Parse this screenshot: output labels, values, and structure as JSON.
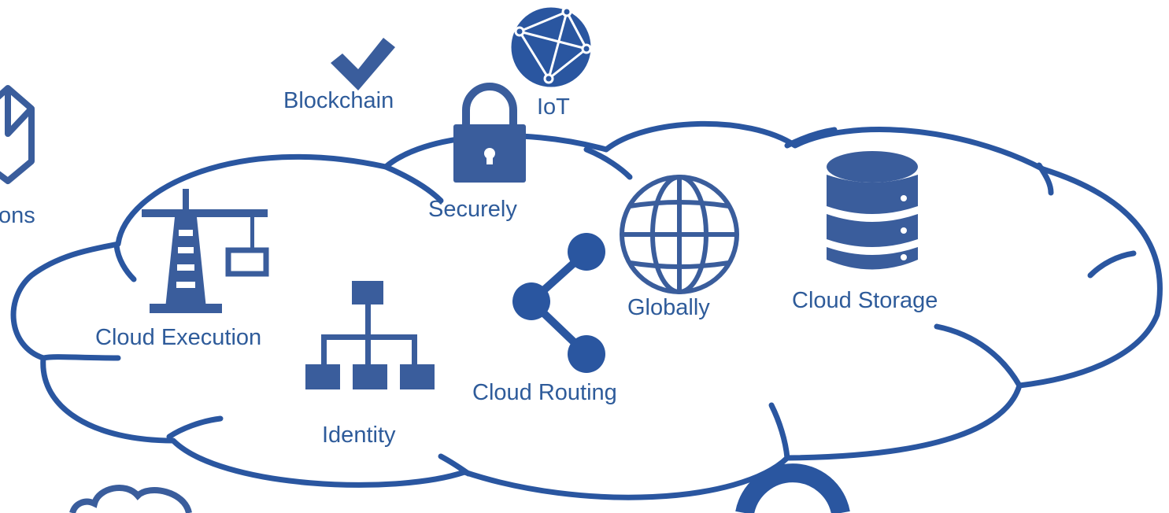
{
  "colors": {
    "accent": "#3a5d9c",
    "stroke": "#2a56a0",
    "text": "#2e5b9a",
    "background": "#ffffff"
  },
  "labels": {
    "partial_left": "ons",
    "blockchain": "Blockchain",
    "iot": "IoT",
    "securely": "Securely",
    "globally": "Globally",
    "cloud_storage": "Cloud Storage",
    "cloud_execution": "Cloud Execution",
    "identity": "Identity",
    "cloud_routing": "Cloud Routing"
  },
  "icons": [
    "checkmark-icon",
    "network-globe-icon",
    "lock-icon",
    "globe-icon",
    "database-icon",
    "crane-icon",
    "hierarchy-icon",
    "share-icon",
    "cube-icon",
    "small-cloud-icon",
    "ring-icon"
  ]
}
